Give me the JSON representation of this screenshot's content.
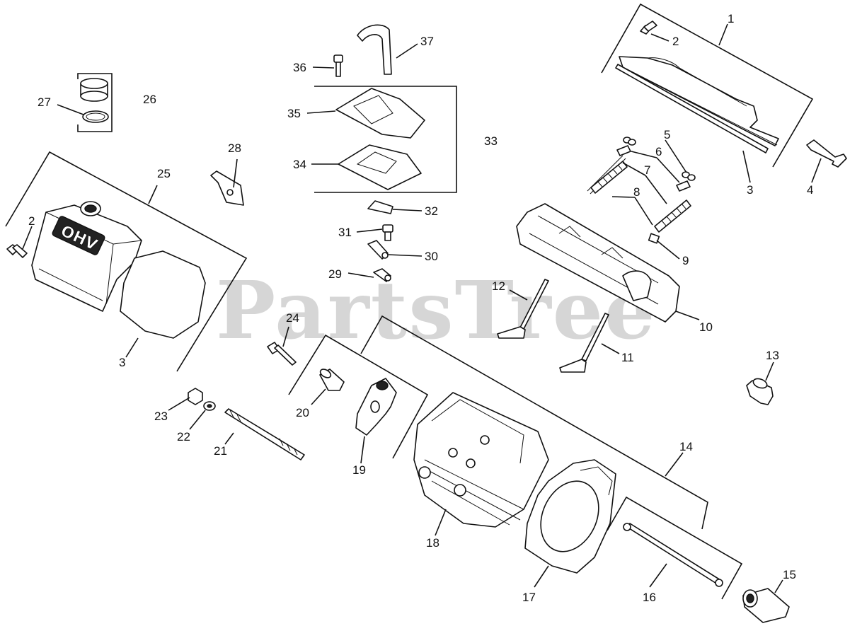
{
  "watermark": "PartsTree",
  "embossed_text": "OHV",
  "callouts": [
    "1",
    "2",
    "3",
    "4",
    "5",
    "6",
    "7",
    "8",
    "9",
    "10",
    "11",
    "12",
    "13",
    "14",
    "15",
    "16",
    "17",
    "18",
    "19",
    "20",
    "21",
    "22",
    "23",
    "24",
    "25",
    "26",
    "27",
    "28",
    "29",
    "30",
    "31",
    "32",
    "33",
    "34",
    "35",
    "36",
    "37"
  ]
}
